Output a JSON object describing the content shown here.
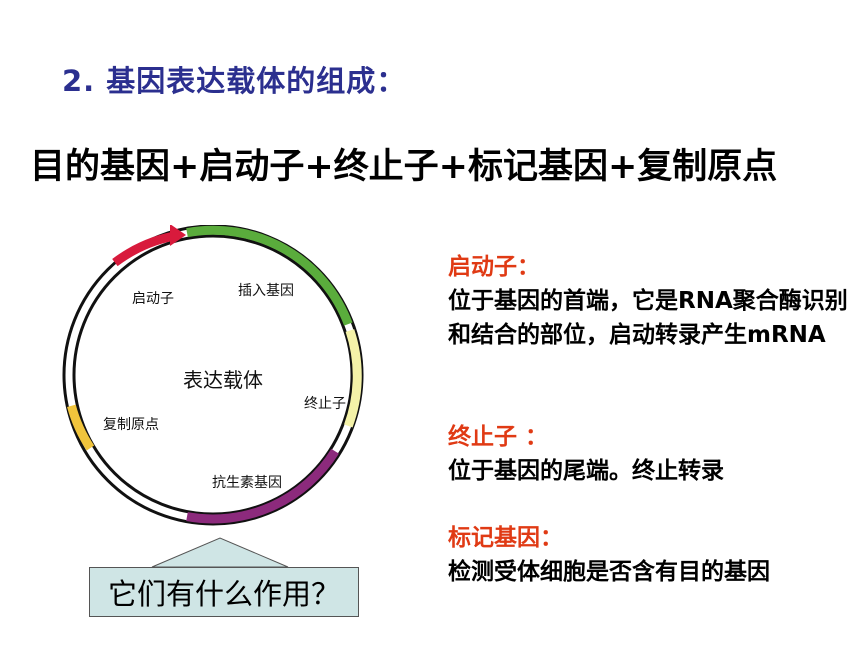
{
  "title": "2. 基因表达载体的组成：",
  "formula": "目的基因+启动子+终止子+标记基因+复制原点",
  "diagram": {
    "center_label": "表达载体",
    "segments": [
      {
        "label": "启动子",
        "color": "#d81a3c"
      },
      {
        "label": "插入基因",
        "color": "#5aac3c"
      },
      {
        "label": "终止子",
        "color": "#f4f2a8"
      },
      {
        "label": "抗生素基因",
        "color": "#8c2a7c"
      },
      {
        "label": "复制原点",
        "color": "#f0c43c"
      }
    ]
  },
  "callout": "它们有什么作用？",
  "descriptions": [
    {
      "head": "启动子：",
      "body": "位于基因的首端，它是RNA聚合酶识别和结合的部位，启动转录产生mRNA"
    },
    {
      "head": "终止子 ：",
      "body": "位于基因的尾端。终止转录"
    },
    {
      "head": "标记基因：",
      "body": "检测受体细胞是否含有目的基因"
    }
  ]
}
